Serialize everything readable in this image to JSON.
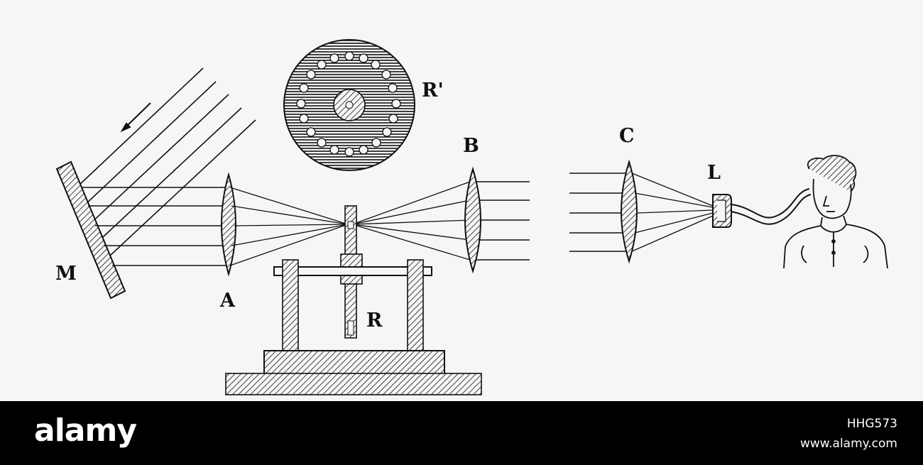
{
  "diagram": {
    "labels": {
      "mirror": "M",
      "lens_a": "A",
      "lens_b": "B",
      "lens_c": "C",
      "receiver": "L",
      "disc": "R'",
      "rotor": "R"
    }
  },
  "footer": {
    "brand": "alamy",
    "image_id": "HHG573",
    "site": "www.alamy.com"
  }
}
